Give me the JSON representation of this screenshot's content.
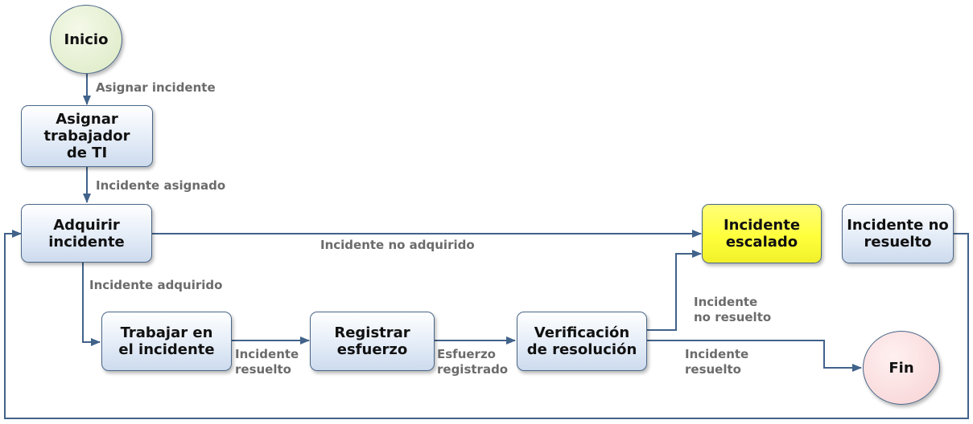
{
  "nodes": {
    "inicio": "Inicio",
    "asignar_trabajador": "Asignar\ntrabajador\nde TI",
    "adquirir_incidente": "Adquirir\nincidente",
    "trabajar_incidente": "Trabajar en\nel incidente",
    "registrar_esfuerzo": "Registrar\nesfuerzo",
    "verificacion_resolucion": "Verificación\nde resolución",
    "incidente_escalado": "Incidente\nescalado",
    "incidente_no_resuelto": "Incidente no\nresuelto",
    "fin": "Fin"
  },
  "edges": {
    "asignar_incidente": "Asignar incidente",
    "incidente_asignado": "Incidente asignado",
    "incidente_no_adquirido": "Incidente no adquirido",
    "incidente_adquirido": "Incidente adquirido",
    "incidente_resuelto_1": "Incidente\nresuelto",
    "esfuerzo_registrado": "Esfuerzo\nregistrado",
    "incidente_no_resuelto": "Incidente\nno resuelto",
    "incidente_resuelto_2": "Incidente\nresuelto"
  },
  "colors": {
    "connector": "#41628a",
    "highlight": "#ffff3c",
    "start_fill": "#dce9c4",
    "end_fill": "#f7d2d4"
  }
}
